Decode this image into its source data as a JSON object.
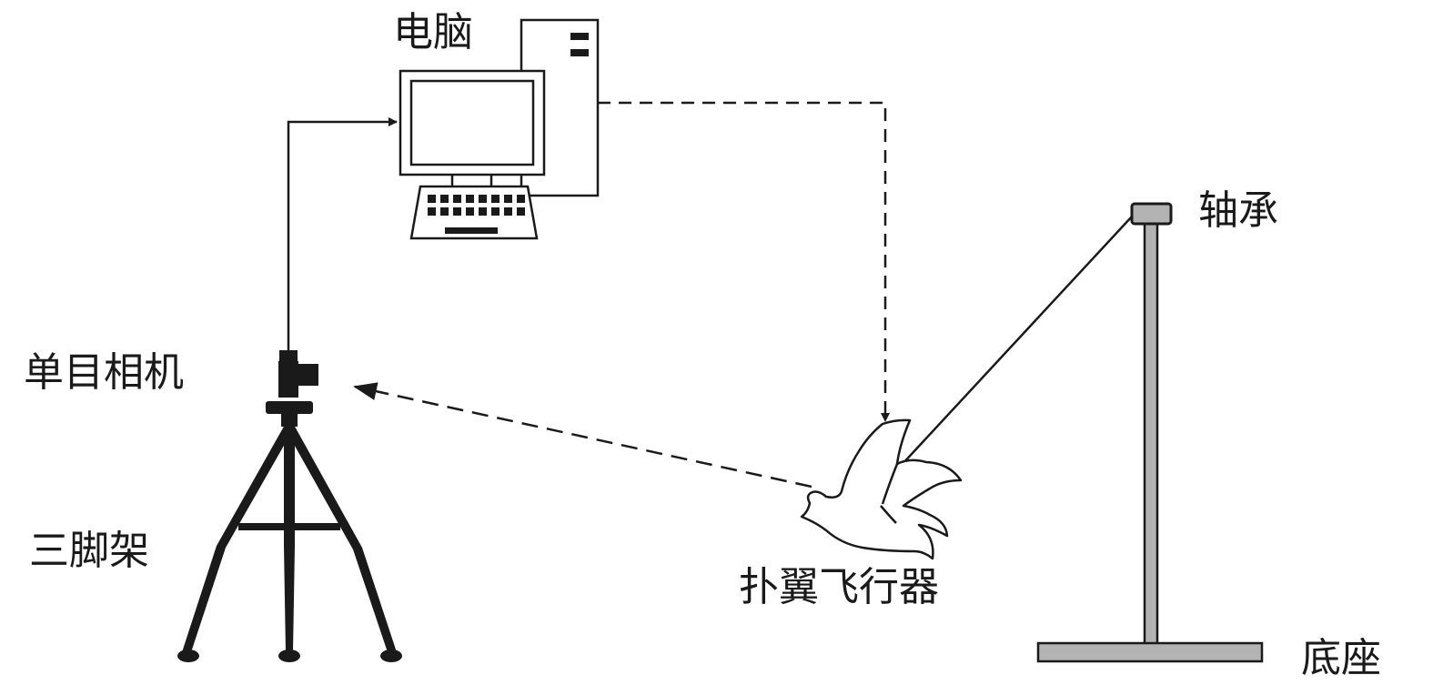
{
  "labels": {
    "computer": "电脑",
    "camera": "单目相机",
    "tripod": "三脚架",
    "flapper": "扑翼飞行器",
    "bearing": "轴承",
    "base": "底座"
  },
  "colors": {
    "line": "#1a1a1a",
    "stand": "#b3b3b3",
    "background": "#ffffff"
  }
}
